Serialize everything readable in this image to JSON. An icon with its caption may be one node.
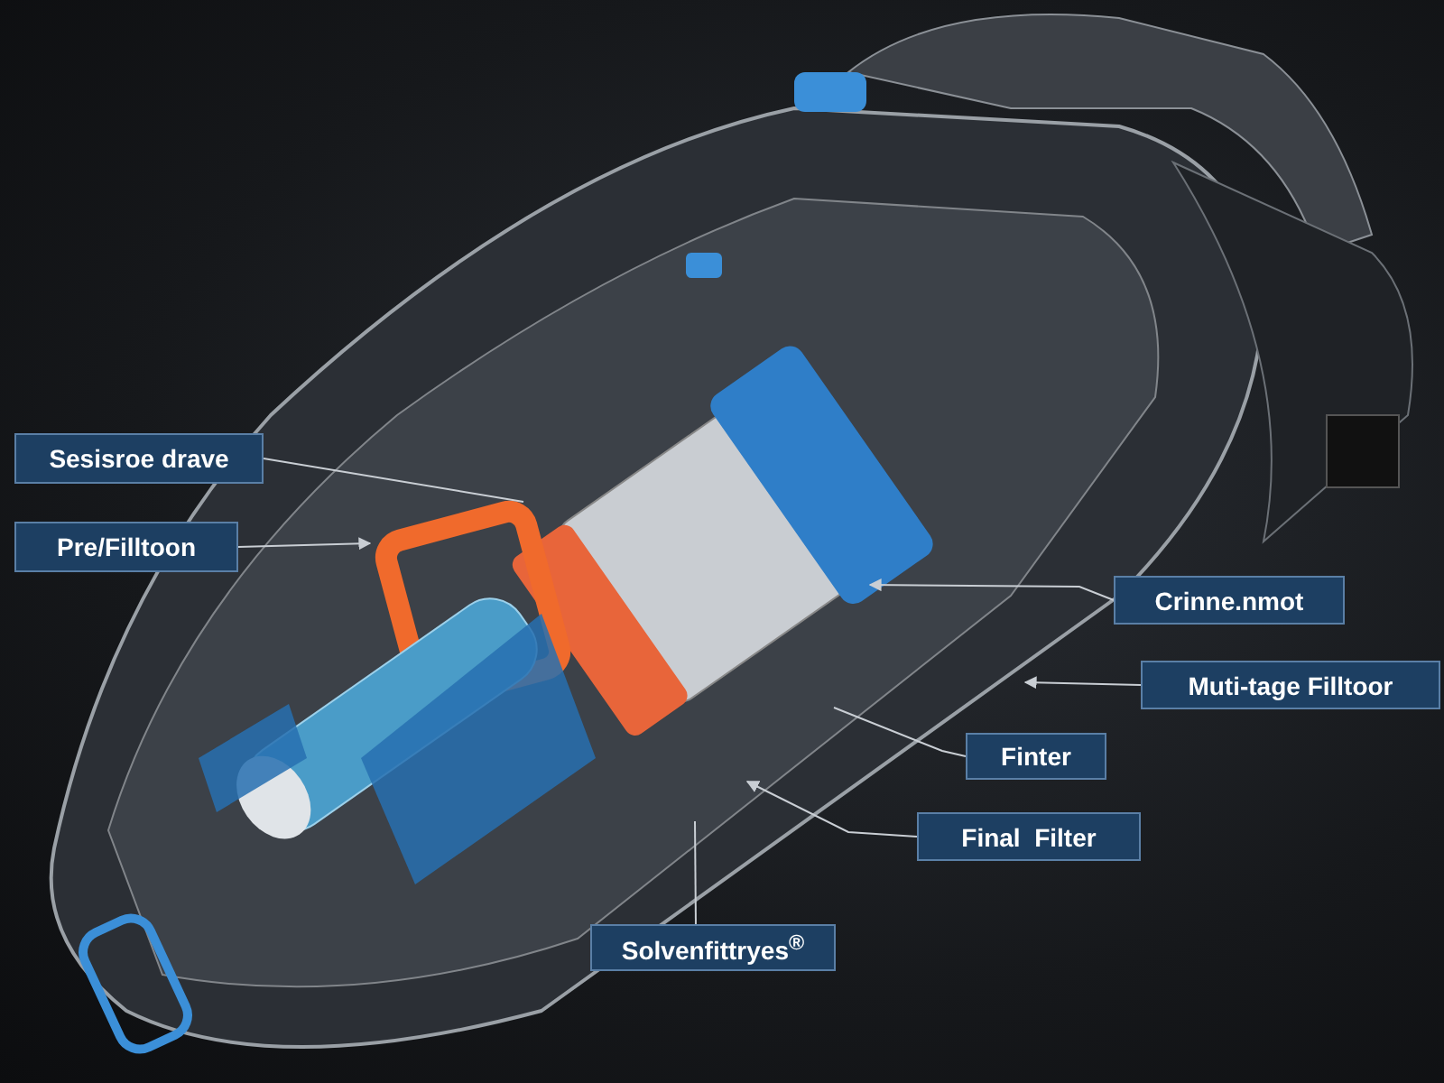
{
  "diagram": {
    "nodes": [
      {
        "text": [
          "Sesisroe drave"
        ]
      },
      {
        "text": [
          "Pre/Filltoon"
        ]
      },
      {
        "text": [
          "Crinne.nmot"
        ]
      },
      {
        "text": [
          "Muti-tage Filltoor"
        ]
      },
      {
        "text": [
          "Finter"
        ]
      },
      {
        "text": [
          "Final  Filter"
        ]
      },
      {
        "text": [
          "Solvenfittryes$^{®}$"
        ]
      }
    ],
    "edges": [
      {
        "from": 0,
        "to": null,
        "arrow": "none"
      },
      {
        "from": 1,
        "to": null,
        "arrow": "to"
      },
      {
        "from": 2,
        "to": null,
        "arrow": "to"
      },
      {
        "from": 3,
        "to": null,
        "arrow": "to"
      },
      {
        "from": 4,
        "to": null,
        "arrow": "none"
      },
      {
        "from": 5,
        "to": null,
        "arrow": "to"
      },
      {
        "from": 6,
        "to": null,
        "arrow": "none"
      }
    ]
  }
}
